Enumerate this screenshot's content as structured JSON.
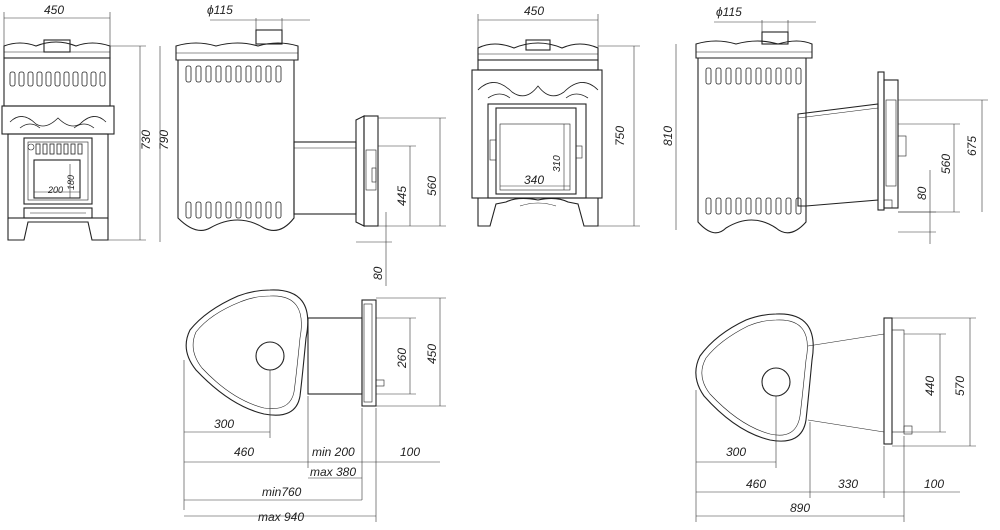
{
  "view1": {
    "width": "450",
    "height": "730",
    "door_w": "200",
    "door_h": "180"
  },
  "view2": {
    "chimney": "ϕ115",
    "height": "790",
    "door_h": "445",
    "side_h": "560",
    "base_gap": "80"
  },
  "view3": {
    "width": "450",
    "height": "750",
    "door_w": "340",
    "door_h": "310"
  },
  "view4": {
    "chimney": "ϕ115",
    "height": "810",
    "gap": "80",
    "door_h": "560",
    "side_h": "675"
  },
  "plan1": {
    "r": "300",
    "body": "460",
    "min": "min 200",
    "max": "max 380",
    "flange": "100",
    "total_min": "min760",
    "total_max": "max 940",
    "port_w": "260",
    "frame_w": "450"
  },
  "plan2": {
    "r": "300",
    "body": "460",
    "mid": "330",
    "flange": "100",
    "total": "890",
    "port_w": "440",
    "frame_w": "570"
  }
}
